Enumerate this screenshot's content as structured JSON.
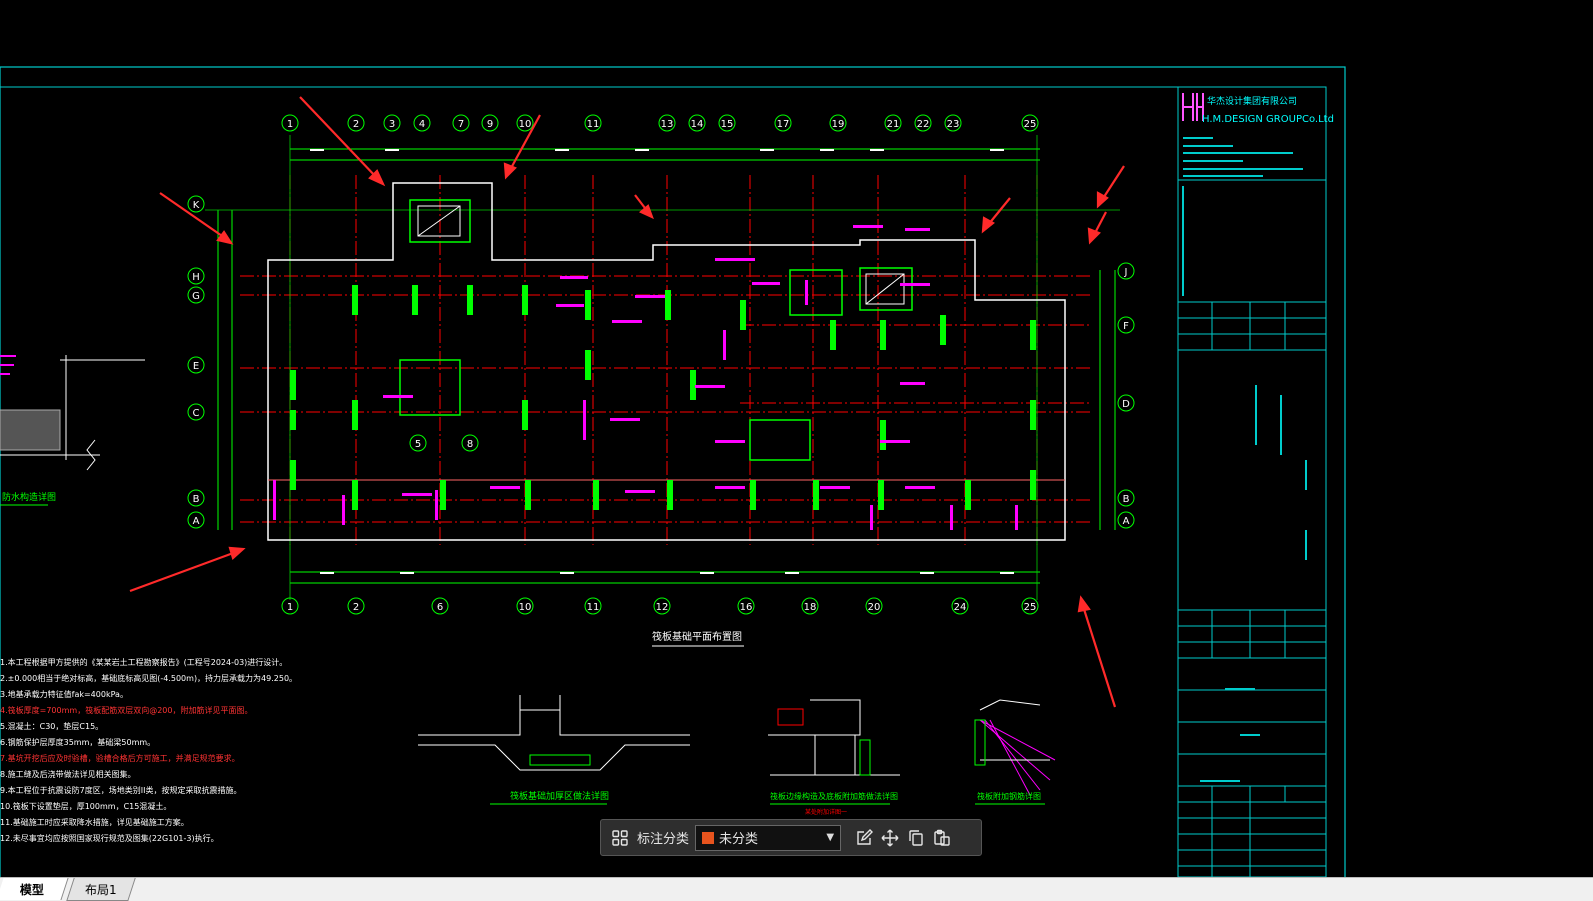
{
  "company": {
    "name_cn": "华杰设计集团有限公司",
    "name_en": "H.M.DESIGN GROUPCo.Ltd"
  },
  "drawing": {
    "plan_title": "筏板基础平面布置图",
    "detail_1_title": "筏板基础加厚区做法详图",
    "detail_2_title": "筏板边缘构造及底板附加筋做法详图",
    "detail_3_title": "筏板附加钢筋详图",
    "detail_2_subtitle": "某处附加详图一",
    "left_detail_title": "防水构造详图"
  },
  "axes": {
    "top": [
      "1",
      "2",
      "3",
      "4",
      "7",
      "9",
      "10",
      "11",
      "13",
      "14",
      "15",
      "17",
      "19",
      "21",
      "22",
      "23",
      "25"
    ],
    "bottom": [
      "1",
      "2",
      "6",
      "10",
      "11",
      "12",
      "16",
      "18",
      "20",
      "24",
      "25"
    ],
    "left": [
      "K",
      "H",
      "G",
      "E",
      "C",
      "B",
      "A"
    ],
    "right": [
      "J",
      "F",
      "D",
      "B",
      "A"
    ],
    "inner": [
      "5",
      "8"
    ]
  },
  "notes": [
    "1.本工程根据甲方提供的《某某岩土工程勘察报告》(工程号2024-03)进行设计。",
    "2.±0.000相当于绝对标高，基础底标高见图(-4.500m)，持力层承载力为49.250。",
    "3.地基承载力特征值fak=400kPa。",
    "4.筏板厚度=700mm，筏板配筋双层双向@200，附加筋详见平面图。",
    "5.混凝土：C30，垫层C15。",
    "6.钢筋保护层厚度35mm，基础梁50mm。",
    "7.基坑开挖后应及时验槽，验槽合格后方可施工，并满足规范要求。",
    "8.施工缝及后浇带做法详见相关图集。",
    "9.本工程位于抗震设防7度区，场地类别II类，按规定采取抗震措施。",
    "10.筏板下设置垫层，厚100mm，C15混凝土。",
    "11.基础施工时应采取降水措施，详见基础施工方案。",
    "12.未尽事宜均应按照国家现行规范及图集(22G101-3)执行。"
  ],
  "float_toolbar": {
    "grid_icon": "grid-icon",
    "label": "标注分类",
    "selected_category": "未分类",
    "swatch_color": "#e8541e",
    "tools": [
      "edit-icon",
      "move-icon",
      "copy-icon",
      "paste-icon"
    ]
  },
  "tabs": [
    {
      "label": "模型",
      "active": true
    },
    {
      "label": "布局1",
      "active": false
    }
  ],
  "colors": {
    "background": "#000000",
    "grid_green": "#00ff00",
    "axis_red": "#ff0000",
    "annotation_magenta": "#ff00ff",
    "frame_cyan": "#00ffff",
    "outline_white": "#ffffff",
    "arrow_red": "#ff2a2a"
  }
}
